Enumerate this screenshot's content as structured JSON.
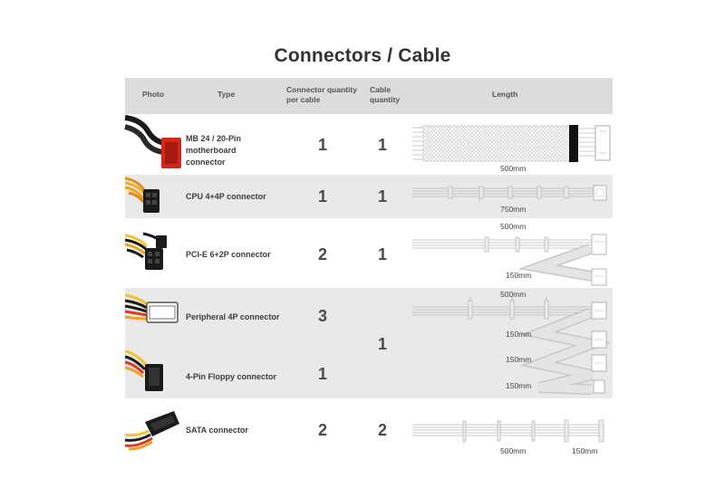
{
  "title": "Connectors / Cable",
  "headers": {
    "photo": "Photo",
    "type": "Type",
    "conn_qty_1": "Connector quantity",
    "conn_qty_2": "per cable",
    "cable_qty_1": "Cable",
    "cable_qty_2": "quantity",
    "length": "Length"
  },
  "rows": [
    {
      "type_lines": [
        "MB 24 / 20-Pin",
        "motherboard",
        "connector"
      ],
      "connector_qty": "1",
      "cable_qty": "1",
      "lengths": [
        "500mm"
      ],
      "photo_icon": "atx-24pin-connector-icon"
    },
    {
      "type": "CPU 4+4P connector",
      "connector_qty": "1",
      "cable_qty": "1",
      "lengths": [
        "750mm"
      ],
      "photo_icon": "cpu-8pin-connector-icon"
    },
    {
      "type": "PCI-E 6+2P connector",
      "connector_qty": "2",
      "cable_qty": "1",
      "lengths": [
        "500mm",
        "150mm"
      ],
      "photo_icon": "pcie-8pin-connector-icon"
    },
    {
      "type": "Peripheral 4P connector",
      "connector_qty": "3",
      "cable_qty": "1",
      "lengths": [
        "500mm",
        "150mm",
        "150mm",
        "150mm"
      ],
      "photo_icon": "molex-connector-icon"
    },
    {
      "type": "4-Pin Floppy connector",
      "connector_qty": "1",
      "photo_icon": "floppy-connector-icon"
    },
    {
      "type": "SATA connector",
      "connector_qty": "2",
      "cable_qty": "2",
      "lengths": [
        "500mm",
        "150mm"
      ],
      "photo_icon": "sata-connector-icon"
    }
  ],
  "colors": {
    "band": "#e9e9ea",
    "header": "#dcdcdd",
    "cable_black": "#1a1a1a",
    "cable_orange": "#f0a020",
    "cable_red": "#d93a2a",
    "cable_yellow": "#f2c12e"
  }
}
